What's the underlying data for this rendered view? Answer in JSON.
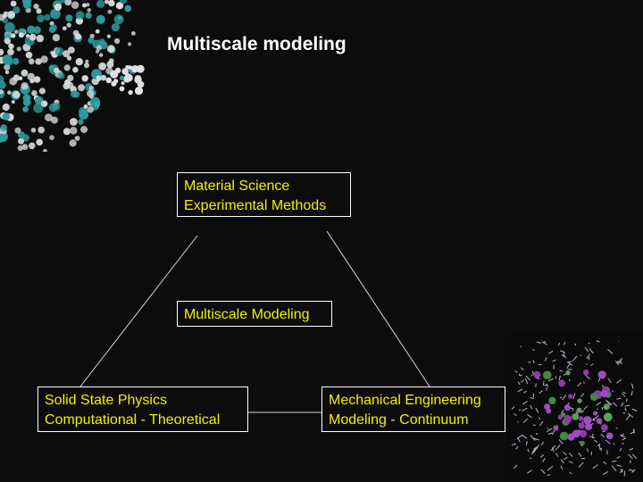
{
  "title": "Multiscale modeling",
  "boxes": {
    "top": [
      "Material Science",
      "Experimental Methods"
    ],
    "center": [
      "Multiscale Modeling"
    ],
    "left": [
      "Solid State Physics",
      "Computational - Theoretical"
    ],
    "right": [
      "Mechanical Engineering",
      "Modeling - Continuum"
    ]
  },
  "colors": {
    "background": "#0c0c0c",
    "box_text": "#f2f200",
    "box_border": "#ffffff",
    "title": "#ffffff",
    "line": "#d8d8d8"
  },
  "images": {
    "top_left": "atomistic-particle-cluster",
    "bottom_right": "protein-molecular-structure"
  }
}
